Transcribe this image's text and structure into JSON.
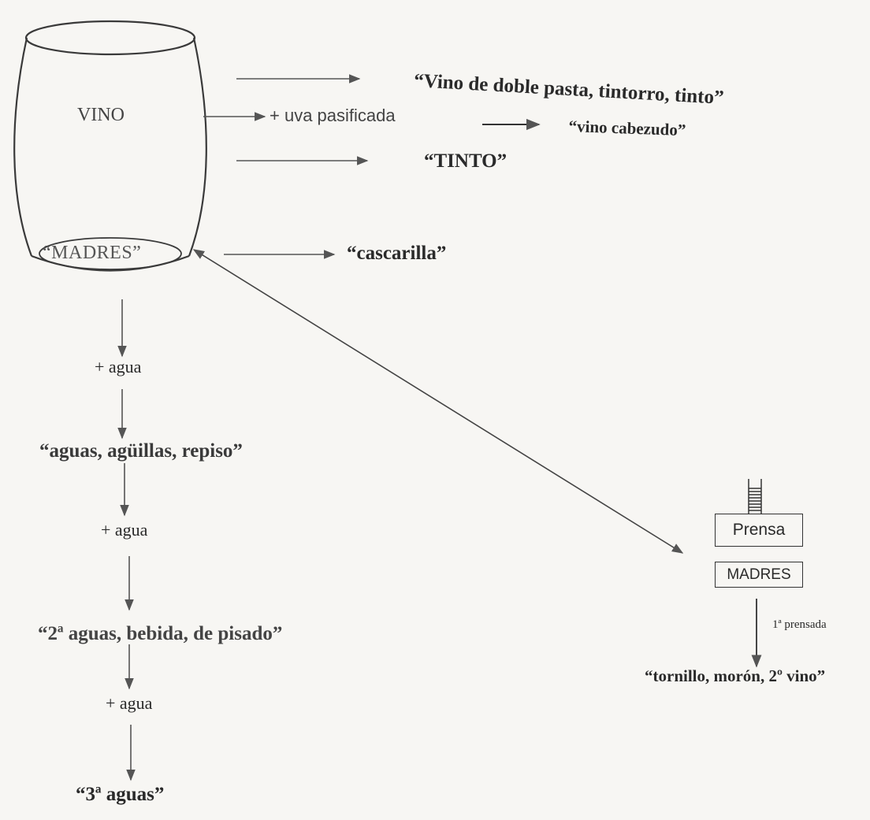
{
  "barrel": {
    "top_label": "VINO",
    "bottom_label": "“MADRES”"
  },
  "right_branches": {
    "first_result": "“Vino de doble pasta, tintorro, tinto”",
    "middle_addition": "+ uva pasificada",
    "middle_result": "“vino cabezudo”",
    "third_result": "“TINTO”",
    "lees_result": "“cascarilla”"
  },
  "water_chain": {
    "step1_addition": "+ agua",
    "step1_result": "“aguas, agüillas, repiso”",
    "step2_addition": "+ agua",
    "step2_result": "“2ª aguas, bebida, de pisado”",
    "step3_addition": "+ agua",
    "step3_result": "“3ª aguas”"
  },
  "press": {
    "press_label": "Prensa",
    "lees_label": "MADRES",
    "step_label": "1ª prensada",
    "result": "“tornillo, morón, 2º vino”"
  },
  "colors": {
    "ink": "#2a2a2a",
    "arrow": "#555555",
    "background": "#f7f6f3"
  }
}
